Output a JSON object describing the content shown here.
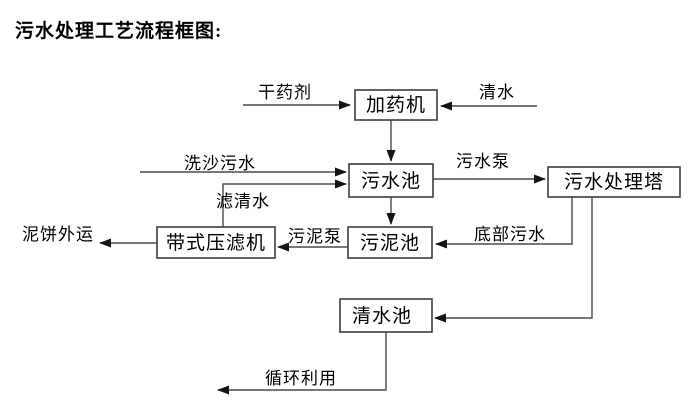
{
  "page": {
    "title": "污水处理工艺流程框图:"
  },
  "colors": {
    "background": "#ffffff",
    "line": "#4a4a4a",
    "box_border": "#3c3c3c",
    "text": "#000000",
    "arrowhead": "#141414"
  },
  "diagram": {
    "nodes": {
      "dosing_machine": "加药机",
      "sewage_pool": "污水池",
      "sewage_treatment_tower": "污水处理塔",
      "belt_filter_press": "带式压滤机",
      "sludge_pool": "污泥池",
      "clean_water_pool": "清水池"
    },
    "flow_labels": {
      "dry_chemical": "干药剂",
      "clean_water": "清水",
      "sand_washing_sewage": "洗沙污水",
      "sewage_pump": "污水泵",
      "filtered_water": "滤清水",
      "sludge_pump": "污泥泵",
      "bottom_sewage": "底部污水",
      "mud_cake_out": "泥饼外运",
      "recycling": "循环利用"
    }
  }
}
